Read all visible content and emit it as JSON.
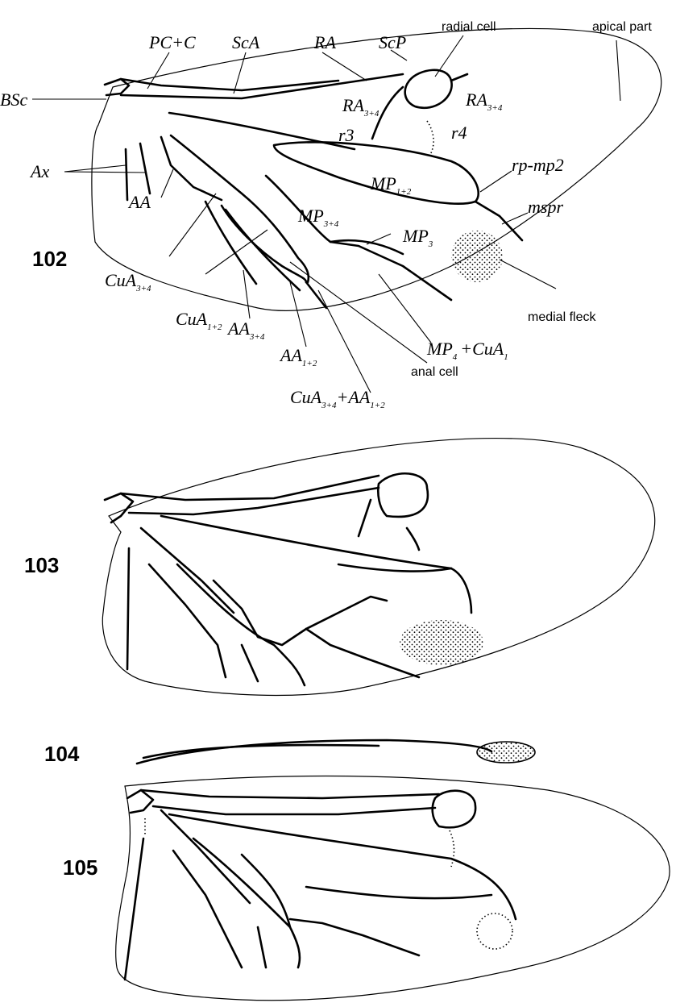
{
  "figures": [
    {
      "id": "102",
      "number": "102"
    },
    {
      "id": "103",
      "number": "103"
    },
    {
      "id": "104",
      "number": "104"
    },
    {
      "id": "105",
      "number": "105"
    }
  ],
  "labels": {
    "pc_c": "PC+C",
    "sca": "ScA",
    "ra": "RA",
    "scp": "ScP",
    "radial_cell": "radial cell",
    "apical_part": "apical part",
    "bsc": "BSc",
    "ra34_base": "RA",
    "ra34_sub": "3+4",
    "ra34b_base": "RA",
    "ra34b_sub": "3+4",
    "r3": "r3",
    "r4": "r4",
    "rp_mp2": "rp-mp2",
    "ax": "Ax",
    "mp12_base": "MP",
    "mp12_sub": "1+2",
    "aa": "AA",
    "mspr": "mspr",
    "mp34_base": "MP",
    "mp34_sub": "3+4",
    "mp3_base": "MP",
    "mp3_sub": "3",
    "cua34_base": "CuA",
    "cua34_sub": "3+4",
    "cua12_base": "CuA",
    "cua12_sub": "1+2",
    "medial_fleck": "medial fleck",
    "aa34_base": "AA",
    "aa34_sub": "3+4",
    "mp4cua1_base": "MP",
    "mp4cua1_sub": "4",
    "mp4cua1_plus": "+CuA",
    "mp4cua1_sub2": "1",
    "aa12_base": "AA",
    "aa12_sub": "1+2",
    "anal_cell": "anal cell",
    "cua_aa_base": "CuA",
    "cua_aa_sub": "3+4",
    "cua_aa_plus": "+AA",
    "cua_aa_sub2": "1+2"
  }
}
